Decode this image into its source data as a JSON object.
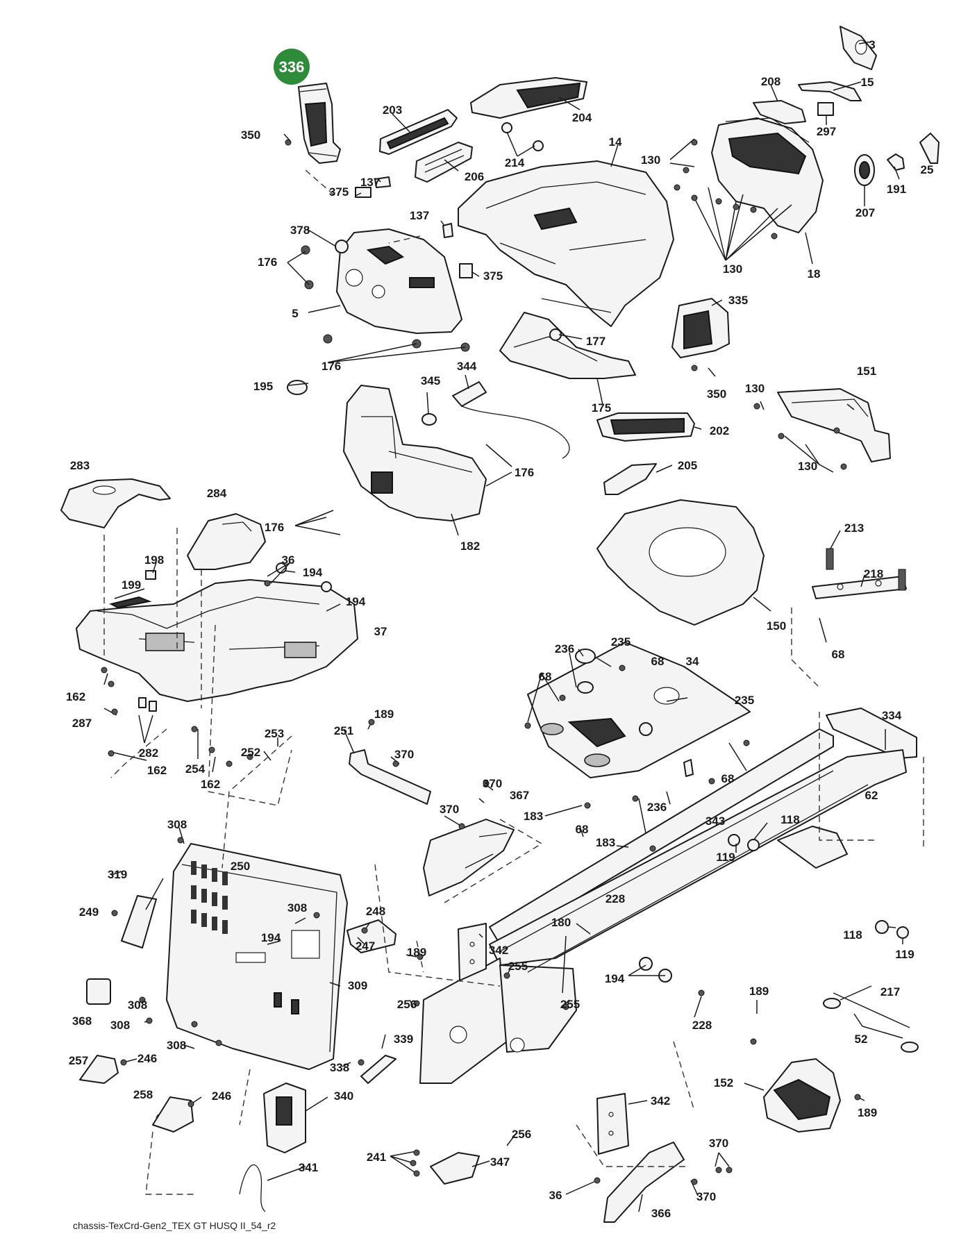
{
  "highlight": {
    "label": "336",
    "color": "#2e8b3a"
  },
  "footer": "chassis-TexCrd-Gen2_TEX GT HUSQ II_54_r2",
  "callouts": {
    "c350a": "350",
    "c203": "203",
    "c204": "204",
    "c3": "3",
    "c208": "208",
    "c15": "15",
    "c297": "297",
    "c14": "14",
    "c130a": "130",
    "c214": "214",
    "c206": "206",
    "c25": "25",
    "c191": "191",
    "c207": "207",
    "c375a": "375",
    "c137a": "137",
    "c137b": "137",
    "c378": "378",
    "c176a": "176",
    "c375b": "375",
    "c5": "5",
    "c130b": "130",
    "c18": "18",
    "c177": "177",
    "c335": "335",
    "c176b": "176",
    "c195": "195",
    "c345": "345",
    "c344": "344",
    "c175": "175",
    "c350b": "350",
    "c130c": "130",
    "c151": "151",
    "c202": "202",
    "c176c": "176",
    "c130d": "130",
    "c205": "205",
    "c283": "283",
    "c284": "284",
    "c176d": "176",
    "c182": "182",
    "c198": "198",
    "c36a": "36",
    "c194a": "194",
    "c199": "199",
    "c194b": "194",
    "c37": "37",
    "c150": "150",
    "c213": "213",
    "c218": "218",
    "c68a": "68",
    "c236a": "236",
    "c235a": "235",
    "c68b": "68",
    "c34": "34",
    "c68c": "68",
    "c235b": "235",
    "c162a": "162",
    "c287": "287",
    "c282": "282",
    "c189a": "189",
    "c251": "251",
    "c253": "253",
    "c252": "252",
    "c162b": "162",
    "c254": "254",
    "c162c": "162",
    "c370a": "370",
    "c68d": "68",
    "c334": "334",
    "c370b": "370",
    "c367": "367",
    "c370c": "370",
    "c183a": "183",
    "c68e": "68",
    "c236b": "236",
    "c343": "343",
    "c62": "62",
    "c183b": "183",
    "c308a": "308",
    "c118a": "118",
    "c119a": "119",
    "c250": "250",
    "c319": "319",
    "c249": "249",
    "c308b": "308",
    "c248": "248",
    "c228a": "228",
    "c180": "180",
    "c194c": "194",
    "c247": "247",
    "c342a": "342",
    "c189b": "189",
    "c255a": "255",
    "c194d": "194",
    "c118b": "118",
    "c119b": "119",
    "c309": "309",
    "c217": "217",
    "c368": "368",
    "c308c": "308",
    "c308d": "308",
    "c256a": "256",
    "c255b": "255",
    "c228b": "228",
    "c189c": "189",
    "c52": "52",
    "c308e": "308",
    "c257": "257",
    "c246a": "246",
    "c338": "338",
    "c339": "339",
    "c152": "152",
    "c189d": "189",
    "c258": "258",
    "c246b": "246",
    "c340": "340",
    "c342b": "342",
    "c370d": "370",
    "c256b": "256",
    "c241": "241",
    "c347": "347",
    "c341": "341",
    "c36b": "36",
    "c370e": "370",
    "c366": "366"
  }
}
